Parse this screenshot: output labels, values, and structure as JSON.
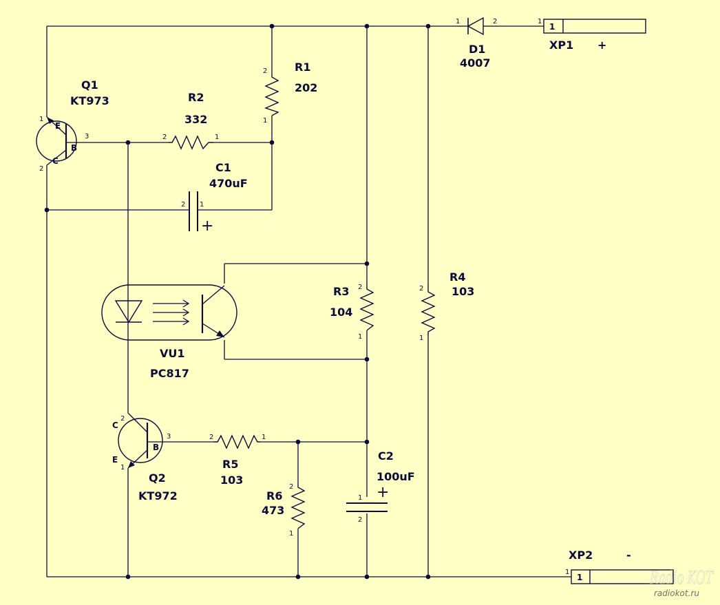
{
  "colors": {
    "background": "#FFFFC6",
    "wire": "#0a0a3a",
    "watermark": "#9c9c8a"
  },
  "components": {
    "q1": {
      "ref": "Q1",
      "part": "KT973",
      "pin_e": "E",
      "pin_c": "C",
      "pin_b": "B",
      "pin1": "1",
      "pin2": "2",
      "pin3": "3"
    },
    "q2": {
      "ref": "Q2",
      "part": "KT972",
      "pin_e": "E",
      "pin_c": "C",
      "pin_b": "B",
      "pin1": "1",
      "pin2": "2",
      "pin3": "3"
    },
    "r1": {
      "ref": "R1",
      "value": "202",
      "pin1": "1",
      "pin2": "2"
    },
    "r2": {
      "ref": "R2",
      "value": "332",
      "pin1": "1",
      "pin2": "2"
    },
    "r3": {
      "ref": "R3",
      "value": "104",
      "pin1": "1",
      "pin2": "2"
    },
    "r4": {
      "ref": "R4",
      "value": "103",
      "pin1": "1",
      "pin2": "2"
    },
    "r5": {
      "ref": "R5",
      "value": "103",
      "pin1": "1",
      "pin2": "2"
    },
    "r6": {
      "ref": "R6",
      "value": "473",
      "pin1": "1",
      "pin2": "2"
    },
    "c1": {
      "ref": "C1",
      "value": "470uF",
      "pin1": "1",
      "pin2": "2",
      "polarity": "+"
    },
    "c2": {
      "ref": "C2",
      "value": "100uF",
      "pin1": "1",
      "pin2": "2",
      "polarity": "+"
    },
    "d1": {
      "ref": "D1",
      "part": "4007",
      "pin1": "1",
      "pin2": "2"
    },
    "vu1": {
      "ref": "VU1",
      "part": "PC817"
    },
    "xp1": {
      "ref": "XP1",
      "sign": "+",
      "pin": "1",
      "pin_box": "1"
    },
    "xp2": {
      "ref": "XP2",
      "sign": "-",
      "pin": "1",
      "pin_box": "1"
    }
  },
  "watermark": {
    "logo": "Radio KOT",
    "url": "radiokot.ru"
  }
}
